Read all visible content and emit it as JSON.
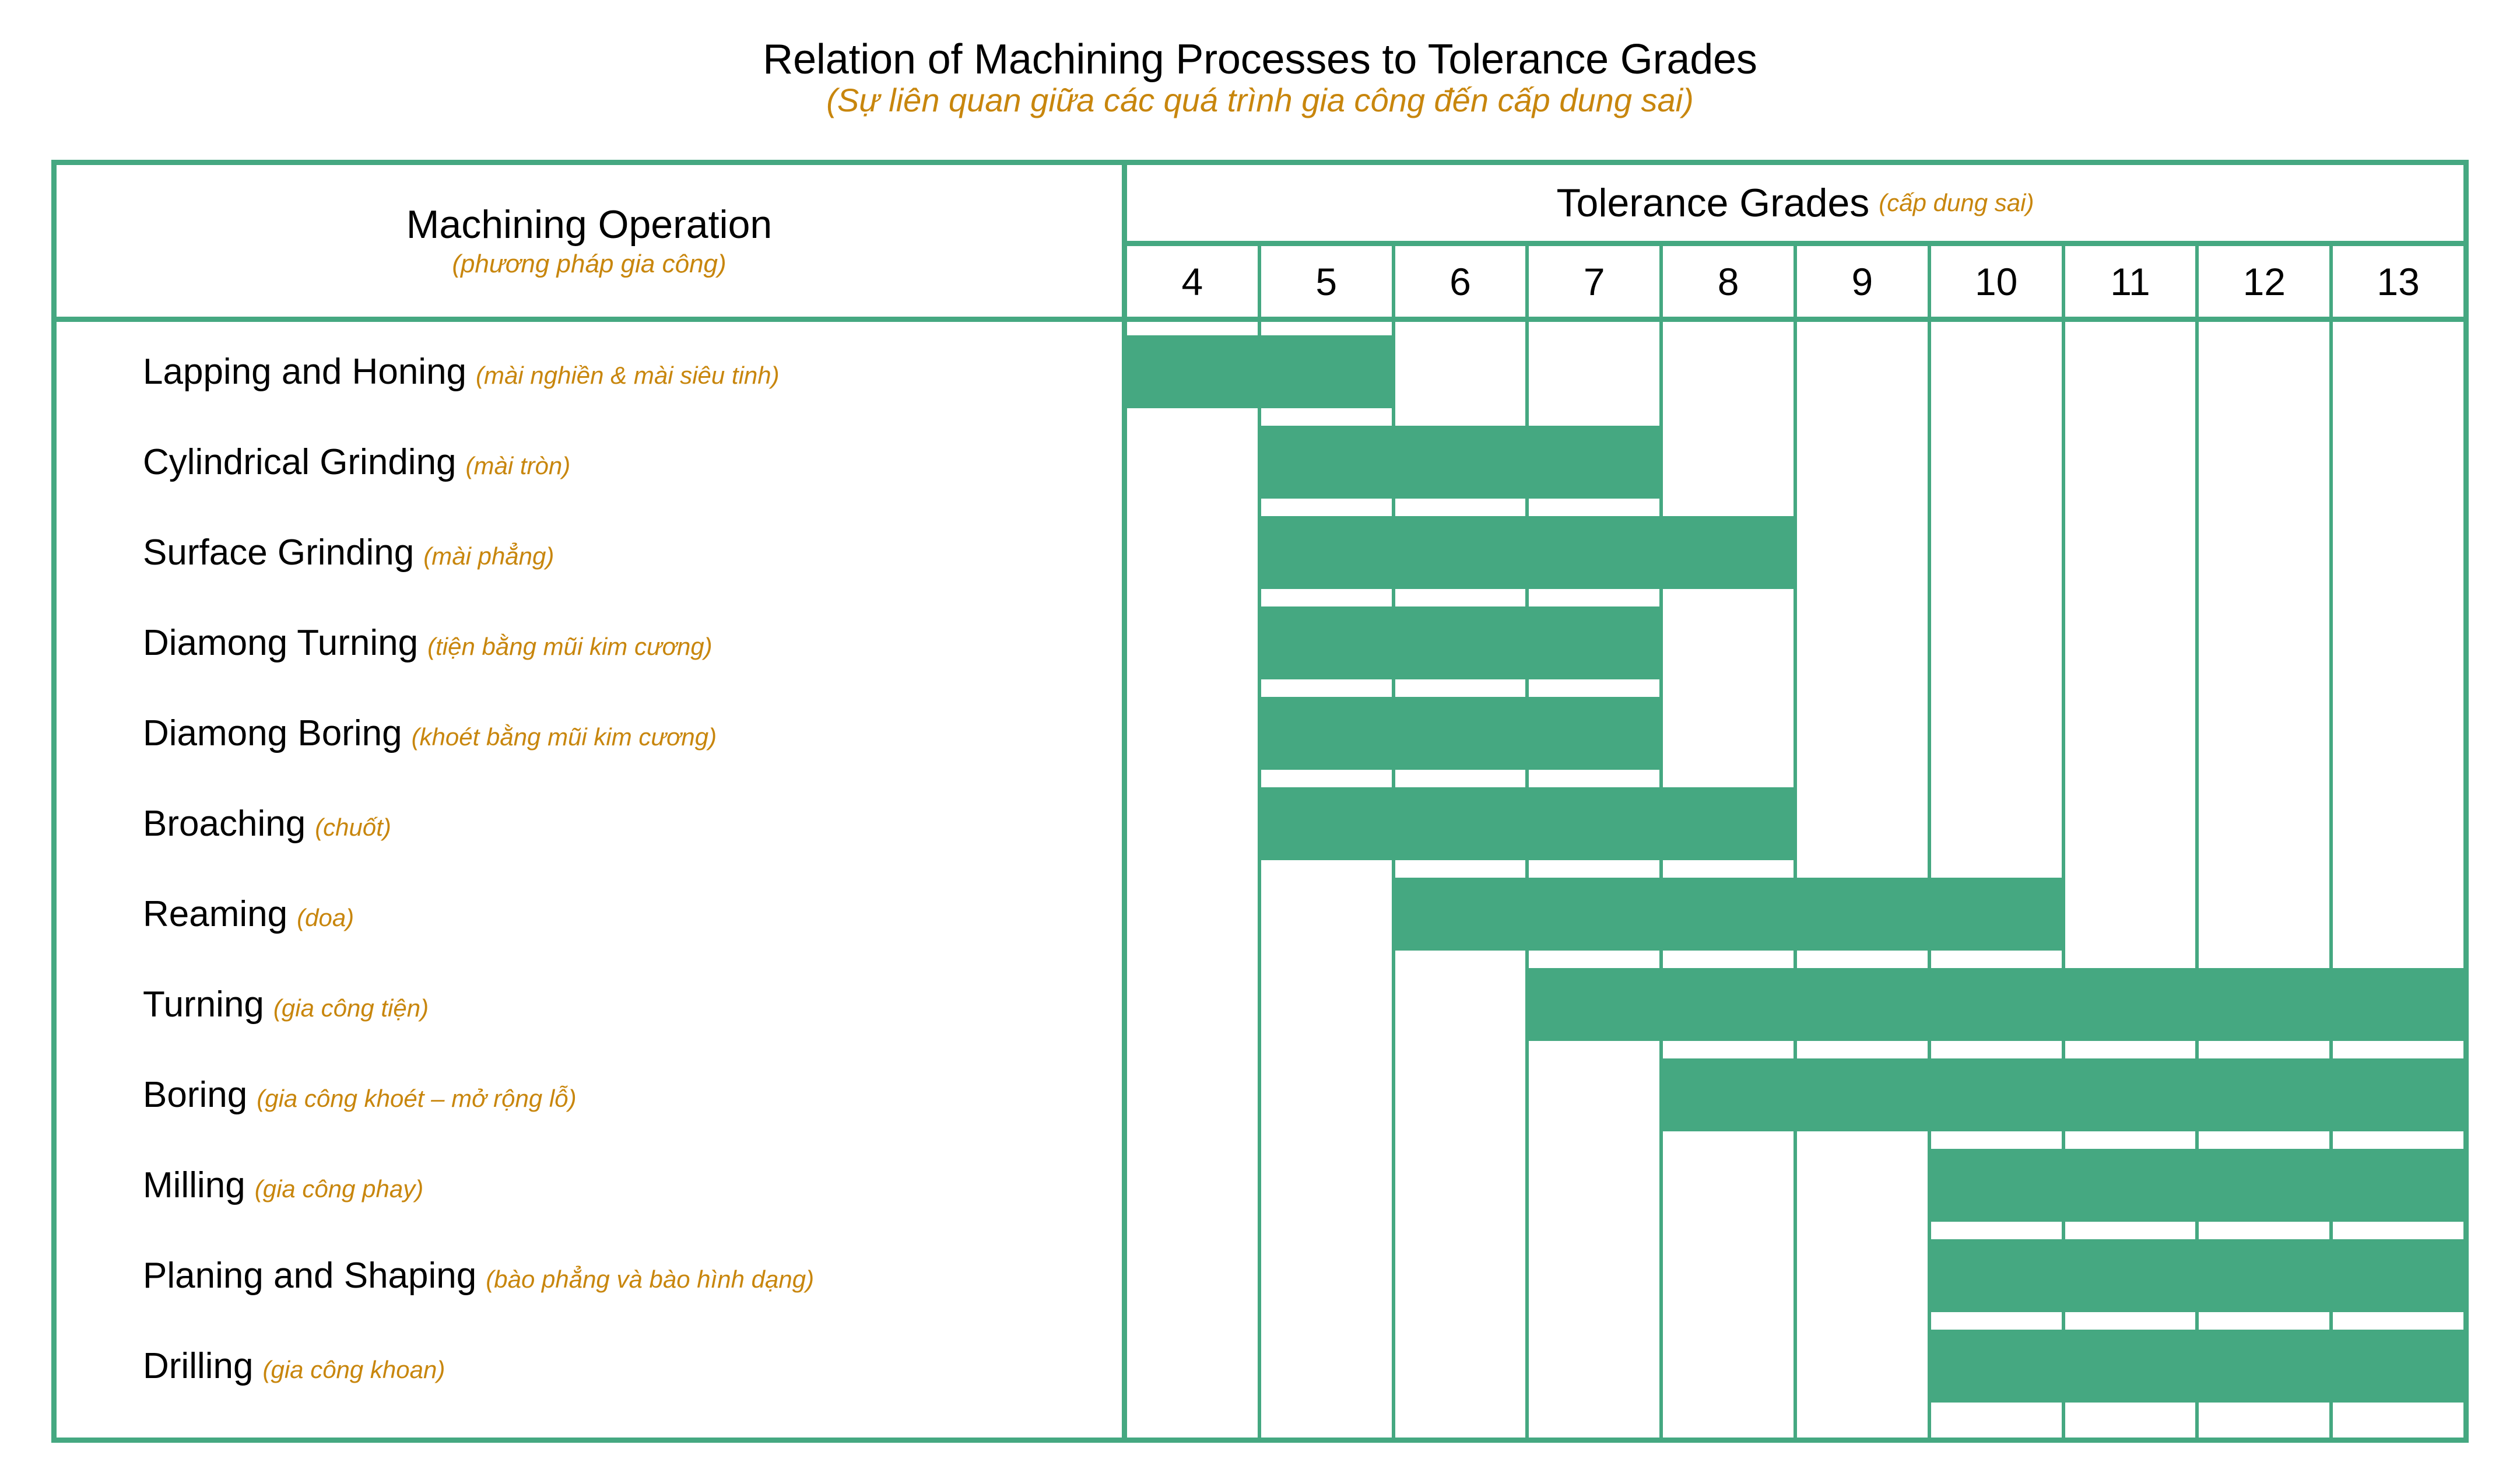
{
  "title": {
    "en": "Relation of Machining Processes to Tolerance Grades",
    "vi": "(Sự liên quan giữa các quá trình gia công đến cấp dung sai)"
  },
  "colors": {
    "green": "#45a881",
    "orange": "#c8860d",
    "text": "#000000",
    "background": "#ffffff"
  },
  "left_header": {
    "en": "Machining Operation",
    "vi": "(phương pháp gia công)"
  },
  "grades_header": {
    "en": "Tolerance Grades",
    "vi": "(cấp dung sai)"
  },
  "grades": [
    "4",
    "5",
    "6",
    "7",
    "8",
    "9",
    "10",
    "11",
    "12",
    "13"
  ],
  "rows": [
    {
      "en": "Lapping and Honing",
      "vi": "(mài nghiền & mài siêu tinh)",
      "start": 4,
      "end": 5
    },
    {
      "en": "Cylindrical Grinding",
      "vi": "(mài tròn)",
      "start": 5,
      "end": 7
    },
    {
      "en": "Surface Grinding",
      "vi": "(mài phẳng)",
      "start": 5,
      "end": 8
    },
    {
      "en": "Diamong Turning",
      "vi": "(tiện bằng mũi kim cương)",
      "start": 5,
      "end": 7
    },
    {
      "en": "Diamong Boring",
      "vi": "(khoét bằng mũi kim cương)",
      "start": 5,
      "end": 7
    },
    {
      "en": "Broaching",
      "vi": "(chuốt)",
      "start": 5,
      "end": 8
    },
    {
      "en": "Reaming",
      "vi": "(doa)",
      "start": 6,
      "end": 10
    },
    {
      "en": "Turning",
      "vi": "(gia công tiện)",
      "start": 7,
      "end": 13
    },
    {
      "en": "Boring",
      "vi": "(gia công khoét – mở rộng lỗ)",
      "start": 8,
      "end": 13
    },
    {
      "en": "Milling",
      "vi": "(gia công phay)",
      "start": 10,
      "end": 13
    },
    {
      "en": "Planing and Shaping",
      "vi": "(bào phẳng và bào hình dạng)",
      "start": 10,
      "end": 13
    },
    {
      "en": "Drilling",
      "vi": "(gia công khoan)",
      "start": 10,
      "end": 13
    }
  ],
  "chart_data": {
    "type": "bar",
    "title": "Relation of Machining Processes to Tolerance Grades",
    "subtitle": "(Sự liên quan giữa các quá trình gia công đến cấp dung sai)",
    "xlabel": "Tolerance Grades",
    "ylabel": "Machining Operation",
    "x_tick_labels": [
      "4",
      "5",
      "6",
      "7",
      "8",
      "9",
      "10",
      "11",
      "12",
      "13"
    ],
    "xlim": [
      4,
      13
    ],
    "grid": true,
    "legend": "none",
    "categories": [
      "Lapping and Honing",
      "Cylindrical Grinding",
      "Surface Grinding",
      "Diamong Turning",
      "Diamong Boring",
      "Broaching",
      "Reaming",
      "Turning",
      "Boring",
      "Milling",
      "Planing and Shaping",
      "Drilling"
    ],
    "ranges": [
      [
        4,
        5
      ],
      [
        5,
        7
      ],
      [
        5,
        8
      ],
      [
        5,
        7
      ],
      [
        5,
        7
      ],
      [
        5,
        8
      ],
      [
        6,
        10
      ],
      [
        7,
        13
      ],
      [
        8,
        13
      ],
      [
        10,
        13
      ],
      [
        10,
        13
      ],
      [
        10,
        13
      ]
    ]
  }
}
